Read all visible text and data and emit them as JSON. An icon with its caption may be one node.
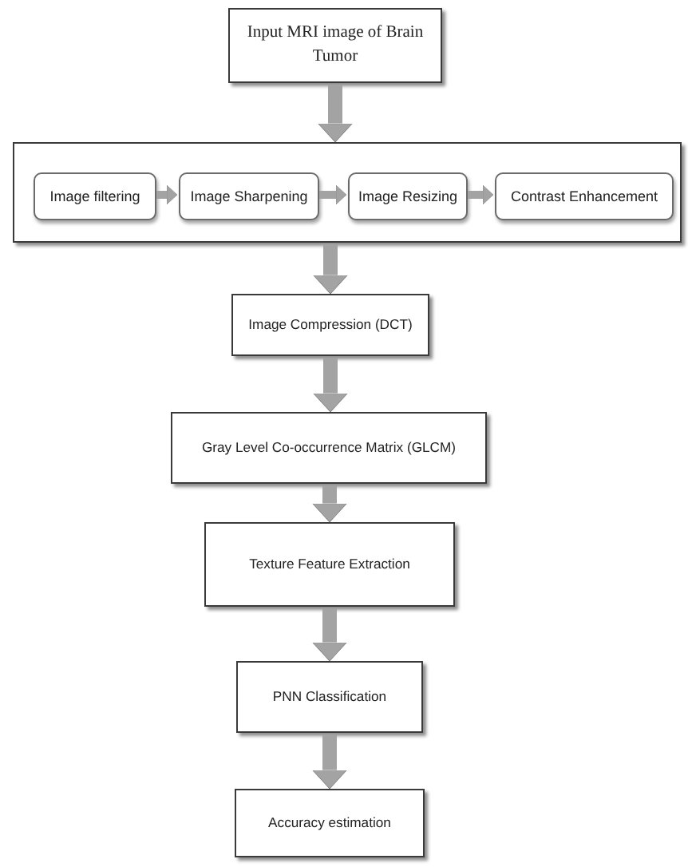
{
  "diagram": {
    "nodes": [
      {
        "text": [
          "Input MRI image of Brain Tumor"
        ]
      },
      {
        "text": [],
        "shape": "box"
      },
      {
        "text": [
          "Image filtering"
        ],
        "in": 1
      },
      {
        "text": [
          "Image Sharpening"
        ],
        "in": 1
      },
      {
        "text": [
          "Image Resizing"
        ],
        "in": 1
      },
      {
        "text": [
          "Contrast Enhancement"
        ],
        "in": 1
      },
      {
        "text": [
          "Image Compression (DCT)"
        ]
      },
      {
        "text": [
          "Gray Level Co-occurrence Matrix (GLCM)"
        ]
      },
      {
        "text": [
          "Texture Feature Extraction"
        ]
      },
      {
        "text": [
          "PNN Classification"
        ]
      },
      {
        "text": [
          "Accuracy estimation"
        ]
      }
    ],
    "edges": [
      {
        "from": 0,
        "to": 1,
        "arrow": "to"
      },
      {
        "from": 2,
        "to": 3,
        "arrow": "to"
      },
      {
        "from": 3,
        "to": 4,
        "arrow": "to"
      },
      {
        "from": 4,
        "to": 5,
        "arrow": "to"
      },
      {
        "from": 1,
        "to": 6,
        "arrow": "to"
      },
      {
        "from": 6,
        "to": 7,
        "arrow": "to"
      },
      {
        "from": 7,
        "to": 8,
        "arrow": "to"
      },
      {
        "from": 8,
        "to": 9,
        "arrow": "to"
      },
      {
        "from": 9,
        "to": 10,
        "arrow": "to"
      }
    ]
  }
}
